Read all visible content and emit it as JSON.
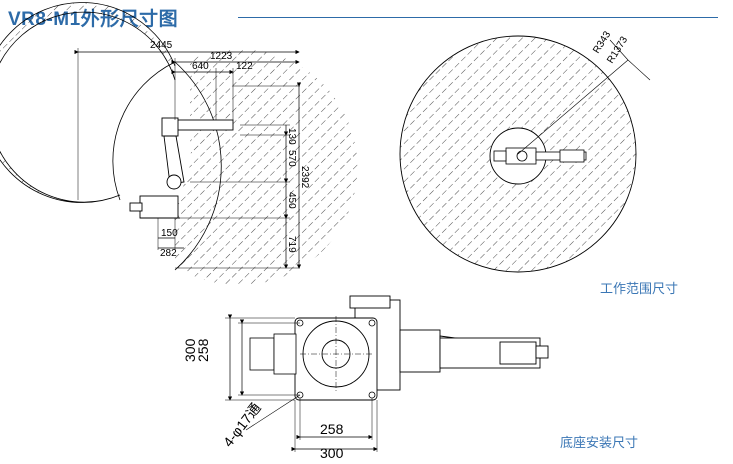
{
  "title": "VR8-M1外形尺寸图",
  "captions": {
    "work_range": "工作范围尺寸",
    "base_install": "底座安装尺寸"
  },
  "side_view": {
    "dims": {
      "total_reach": "2445",
      "reach_1223": "1223",
      "reach_640": "640",
      "reach_122": "122",
      "r_130": "130",
      "r_570": "570",
      "r_2392": "2392",
      "r_450": "450",
      "r_719": "719",
      "r_150": "150",
      "r_282": "282"
    }
  },
  "top_view": {
    "dims": {
      "r_inner": "R343",
      "r_outer": "R1373"
    }
  },
  "base_view": {
    "dims": {
      "h_300": "300",
      "h_258": "258",
      "w_258": "258",
      "w_300": "300",
      "holes": "4-φ17通"
    }
  },
  "colors": {
    "accent": "#2d6ba8",
    "caption": "#3b77b5"
  }
}
